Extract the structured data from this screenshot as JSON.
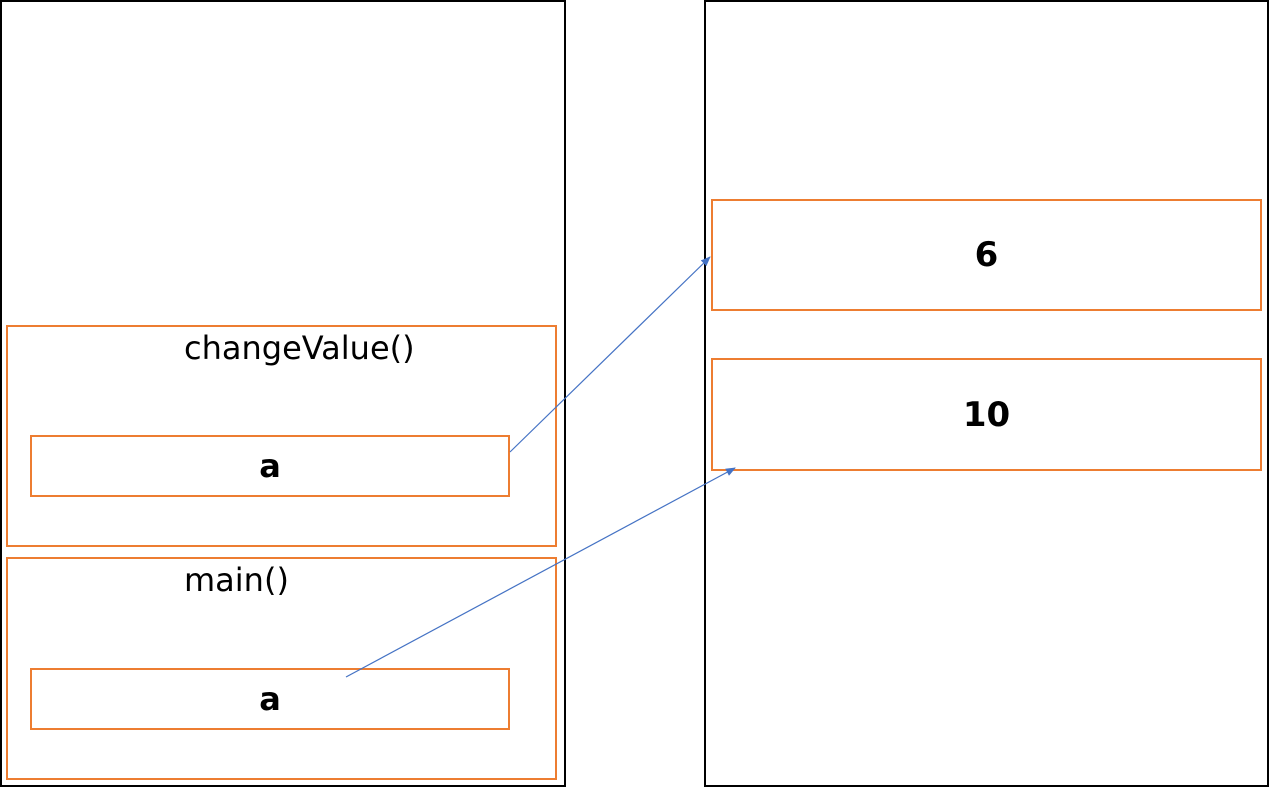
{
  "stack": {
    "frames": [
      {
        "title": "changeValue()",
        "variable": "a"
      },
      {
        "title": "main()",
        "variable": "a"
      }
    ]
  },
  "heap": {
    "cells": [
      "6",
      "10"
    ]
  },
  "colors": {
    "frame_border": "#ED7D31",
    "panel_border": "#000000",
    "arrow": "#4472C4"
  }
}
